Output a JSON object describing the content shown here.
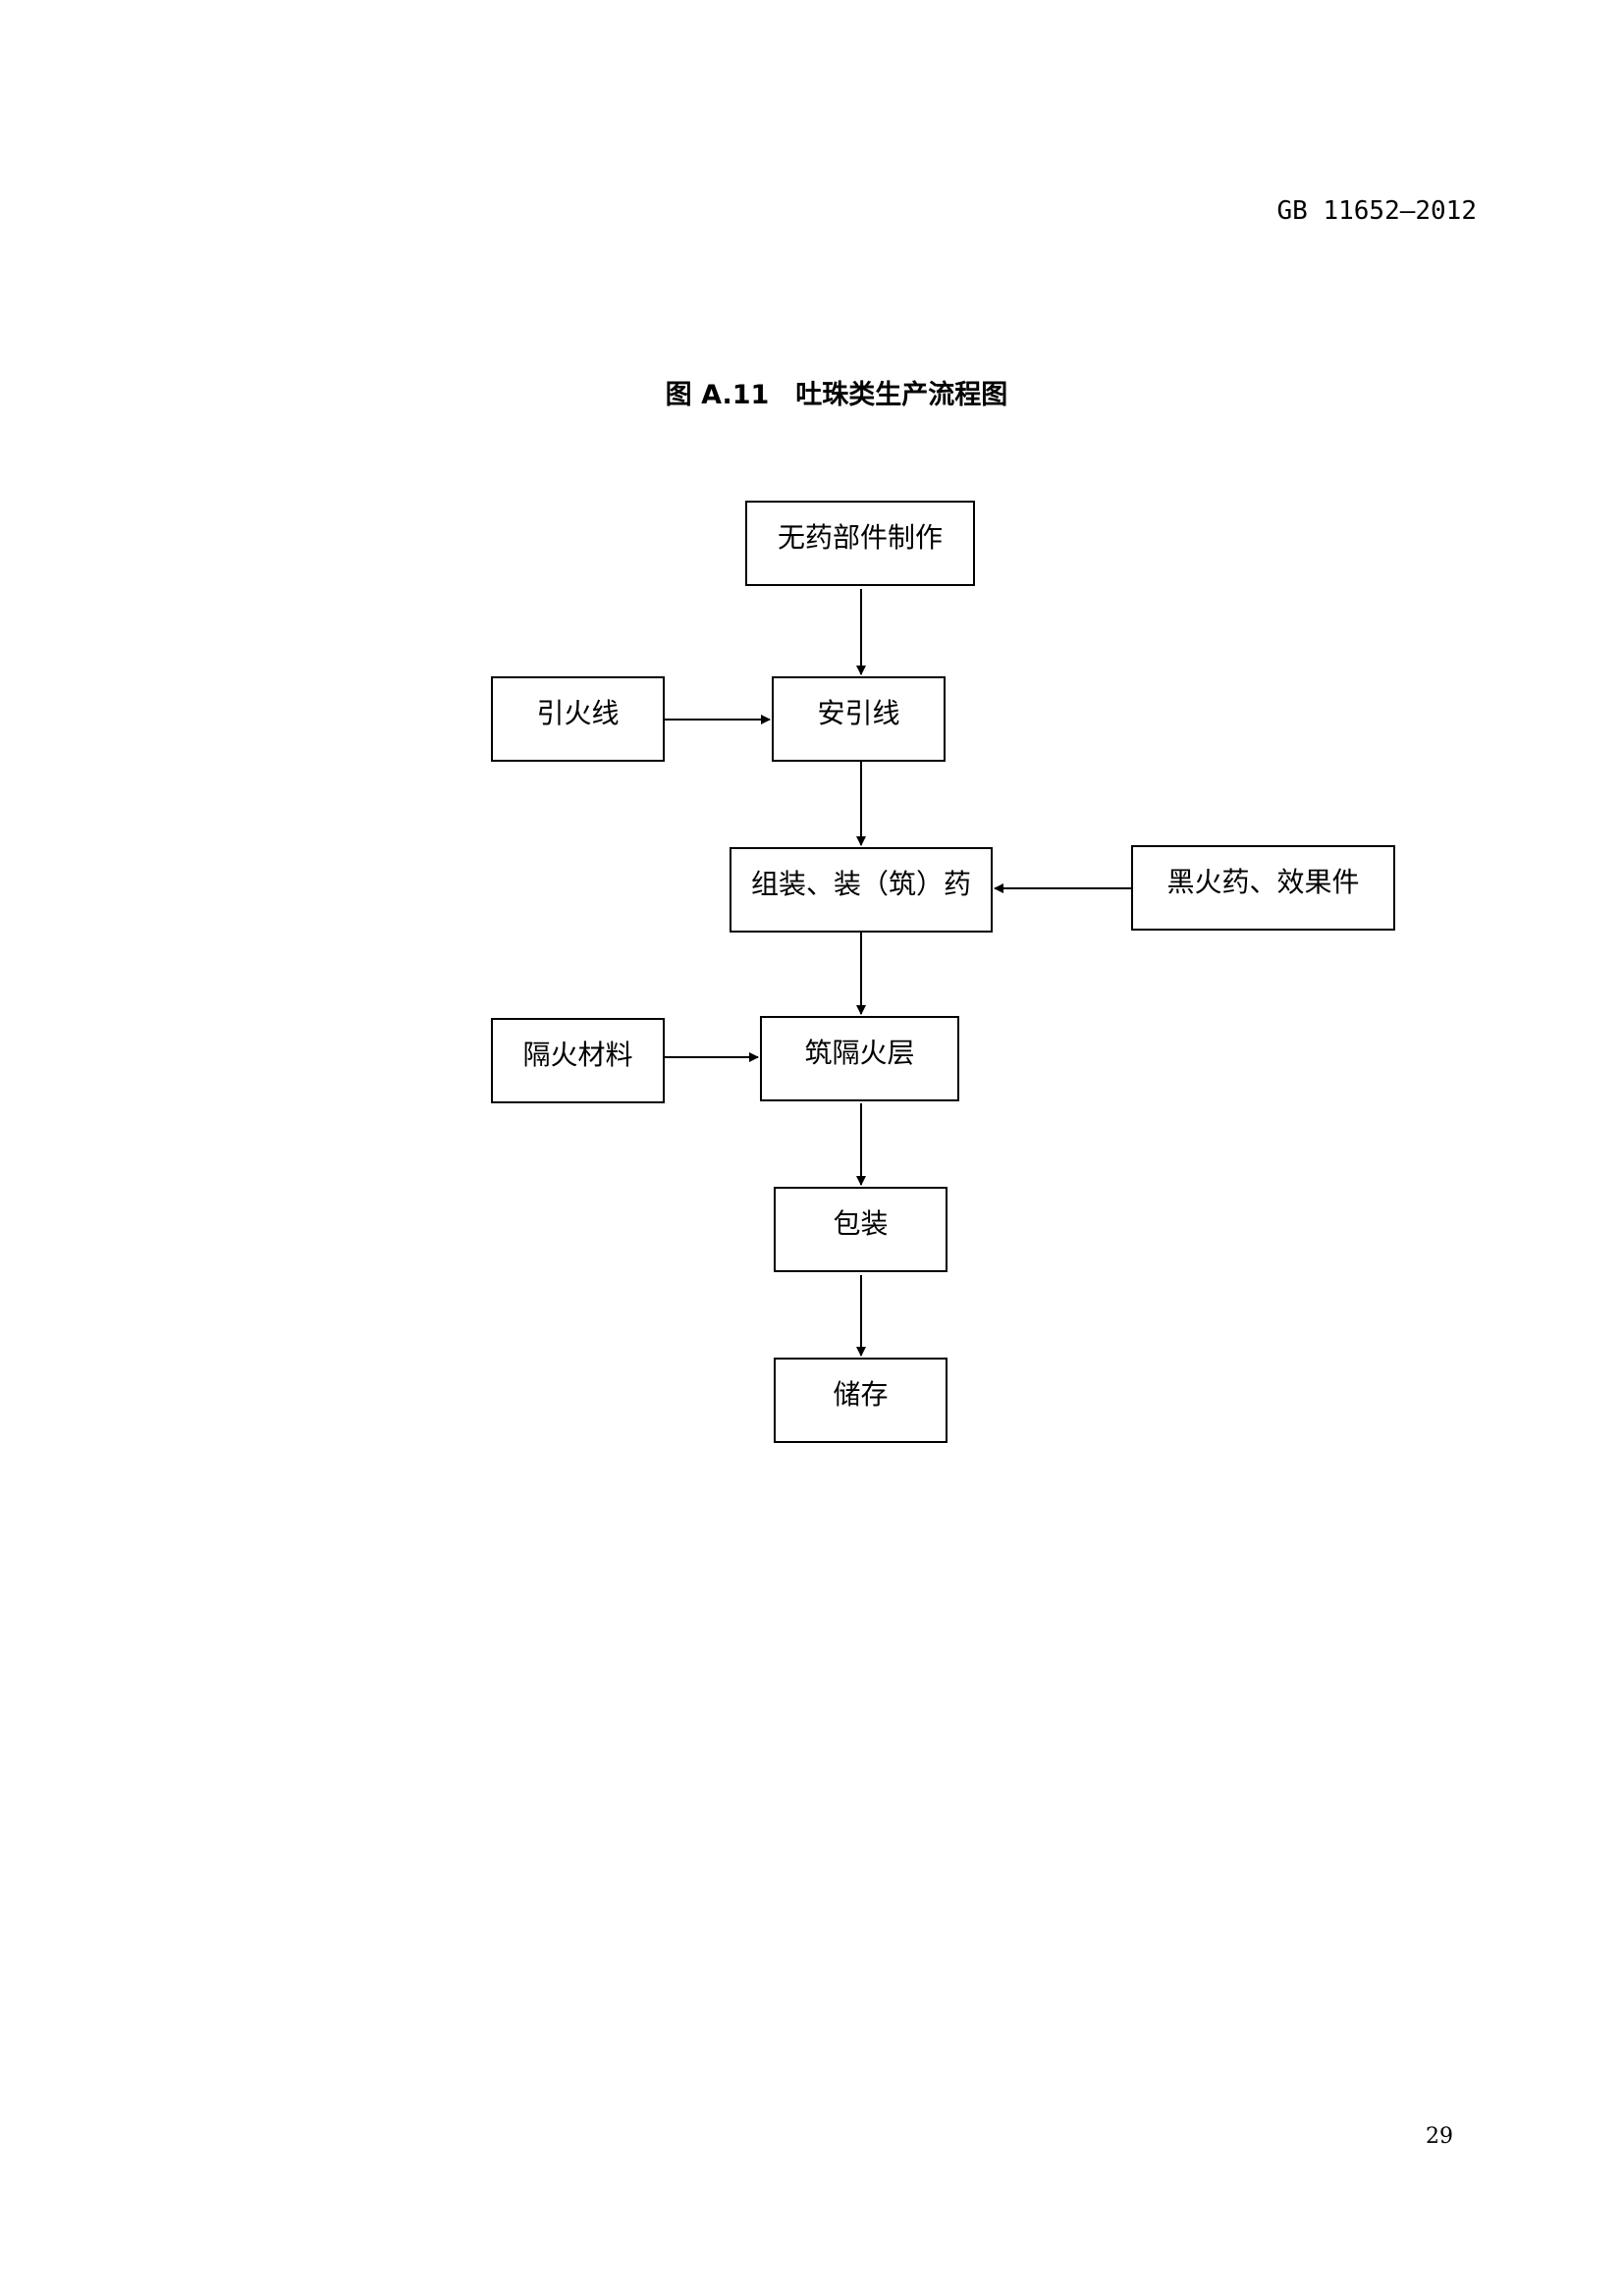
{
  "header": {
    "standard_number": "GB 11652—2012"
  },
  "figure": {
    "title": "图 A.11　吐珠类生产流程图",
    "nodes": {
      "n1": "无药部件制作",
      "n2": "引火线",
      "n3": "安引线",
      "n4": "组装、装（筑）药",
      "n5": "黑火药、效果件",
      "n6": "隔火材料",
      "n7": "筑隔火层",
      "n8": "包装",
      "n9": "储存"
    },
    "edges": [
      [
        "n1",
        "n3"
      ],
      [
        "n2",
        "n3"
      ],
      [
        "n3",
        "n4"
      ],
      [
        "n5",
        "n4"
      ],
      [
        "n4",
        "n7"
      ],
      [
        "n6",
        "n7"
      ],
      [
        "n7",
        "n8"
      ],
      [
        "n8",
        "n9"
      ]
    ]
  },
  "footer": {
    "page_number": "29"
  }
}
